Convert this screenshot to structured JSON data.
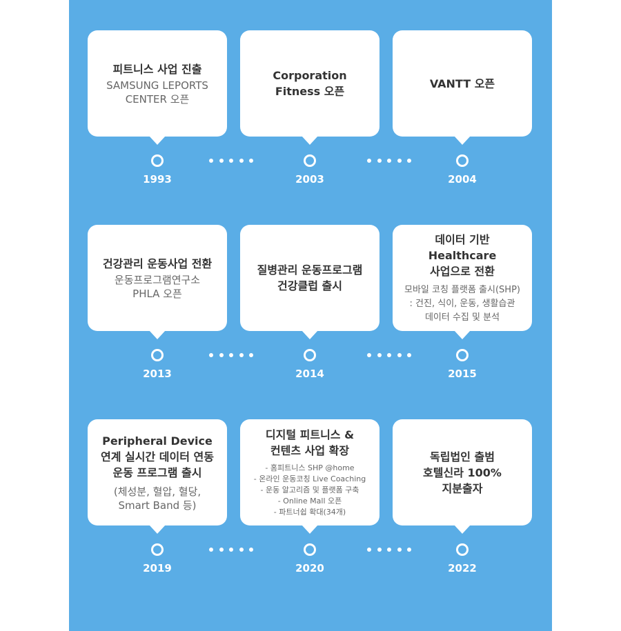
{
  "colors": {
    "background": "#5aade6",
    "card": "#ffffff",
    "title_text": "#333333",
    "sub_text": "#666666"
  },
  "rows": [
    {
      "cards": [
        {
          "title": "피트니스 사업 진출",
          "sub": "SAMSUNG LEPORTS\nCENTER 오픈",
          "year": "1993"
        },
        {
          "title": "Corporation\nFitness 오픈",
          "sub": "",
          "year": "2003"
        },
        {
          "title": "VANTT 오픈",
          "sub": "",
          "year": "2004"
        }
      ]
    },
    {
      "cards": [
        {
          "title": "건강관리 운동사업 전환",
          "sub": "운동프로그램연구소\nPHLA 오픈",
          "year": "2013"
        },
        {
          "title": "질병관리 운동프로그램\n건강클럽 출시",
          "sub": "",
          "year": "2014"
        },
        {
          "title": "데이터 기반 Healthcare\n사업으로 전환",
          "sub": "모바일 코칭 플랫폼 출시(SHP)\n: 건진, 식이, 운동, 생활습관\n데이터 수집 및 분석",
          "year": "2015"
        }
      ]
    },
    {
      "cards": [
        {
          "title": "Peripheral Device\n연계 실시간 데이터 연동\n운동 프로그램 출시",
          "sub": "(체성분, 혈압, 혈당,\nSmart Band 등)",
          "year": "2019"
        },
        {
          "title": "디지털 피트니스 &\n컨텐츠 사업 확장",
          "sub": "- 홈피트니스 SHP @home\n- 온라인 운동코칭 Live Coaching\n- 운동 알고리즘 및 플랫폼 구축\n- Online Mall 오픈\n- 파트너쉽 확대(34개)",
          "year": "2020"
        },
        {
          "title": "독립법인 출범\n호텔신라 100%\n지분출자",
          "sub": "",
          "year": "2022"
        }
      ]
    }
  ]
}
